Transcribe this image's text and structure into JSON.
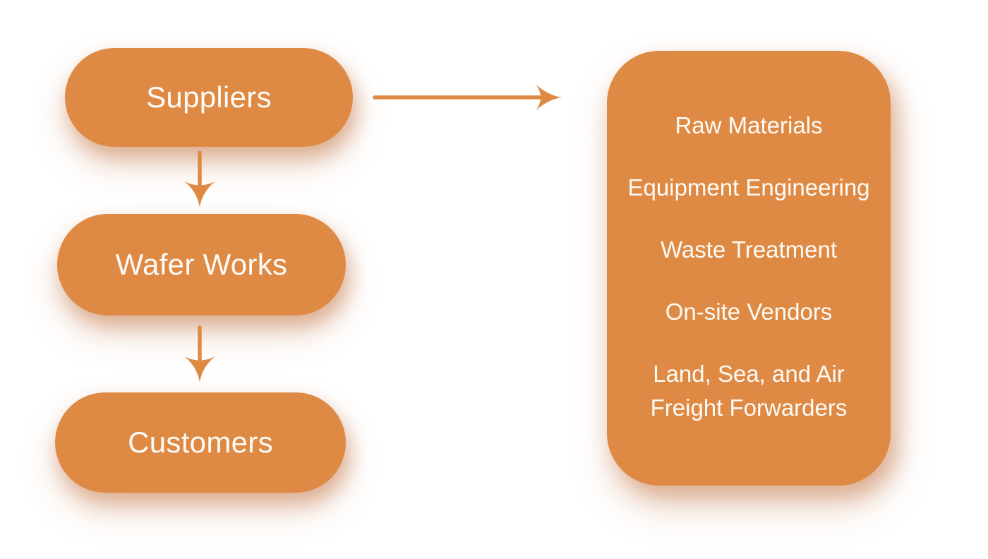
{
  "colors": {
    "accent": "#DF8A44",
    "label_text": "#FCFBF7",
    "background": "#FFFFFF"
  },
  "flow": {
    "nodes": [
      {
        "id": "suppliers",
        "label": "Suppliers"
      },
      {
        "id": "wafer-works",
        "label": "Wafer Works"
      },
      {
        "id": "customers",
        "label": "Customers"
      }
    ],
    "connections": [
      {
        "from": "suppliers",
        "to": "wafer-works",
        "direction": "down"
      },
      {
        "from": "wafer-works",
        "to": "customers",
        "direction": "down"
      },
      {
        "from": "suppliers",
        "to": "side-panel",
        "direction": "right"
      }
    ]
  },
  "panel": {
    "items": [
      "Raw Materials",
      "Equipment Engineering",
      "Waste Treatment",
      "On-site Vendors",
      "Land, Sea, and Air Freight Forwarders"
    ]
  }
}
